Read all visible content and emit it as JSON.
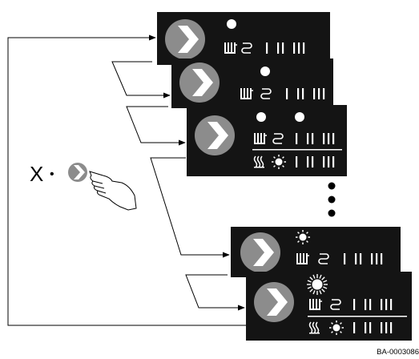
{
  "diagram": {
    "multiplier_label": "X",
    "bullet": "•",
    "reference_code": "BA-0003086",
    "ellipsis_dots": 3
  },
  "panels": [
    {
      "name": "panel-1",
      "rows": 1,
      "indicators": [
        "dot"
      ]
    },
    {
      "name": "panel-2",
      "rows": 1,
      "indicators": [
        "dot"
      ]
    },
    {
      "name": "panel-3",
      "rows": 2,
      "indicators": [
        "dot",
        "dot"
      ]
    },
    {
      "name": "panel-4",
      "rows": 1,
      "indicators": [
        "sun-small"
      ]
    },
    {
      "name": "panel-5",
      "rows": 2,
      "indicators": [
        "sun-large"
      ]
    }
  ],
  "colors": {
    "panel_background": "#141414",
    "panel_foreground": "#ffffff",
    "button_gray": "#8c8c8c",
    "line": "#000000"
  },
  "icons": [
    "chevron-right-icon",
    "radiator-icon",
    "towel-rail-icon",
    "underfloor-heating-icon",
    "sun-icon",
    "hand-pointer-icon"
  ]
}
